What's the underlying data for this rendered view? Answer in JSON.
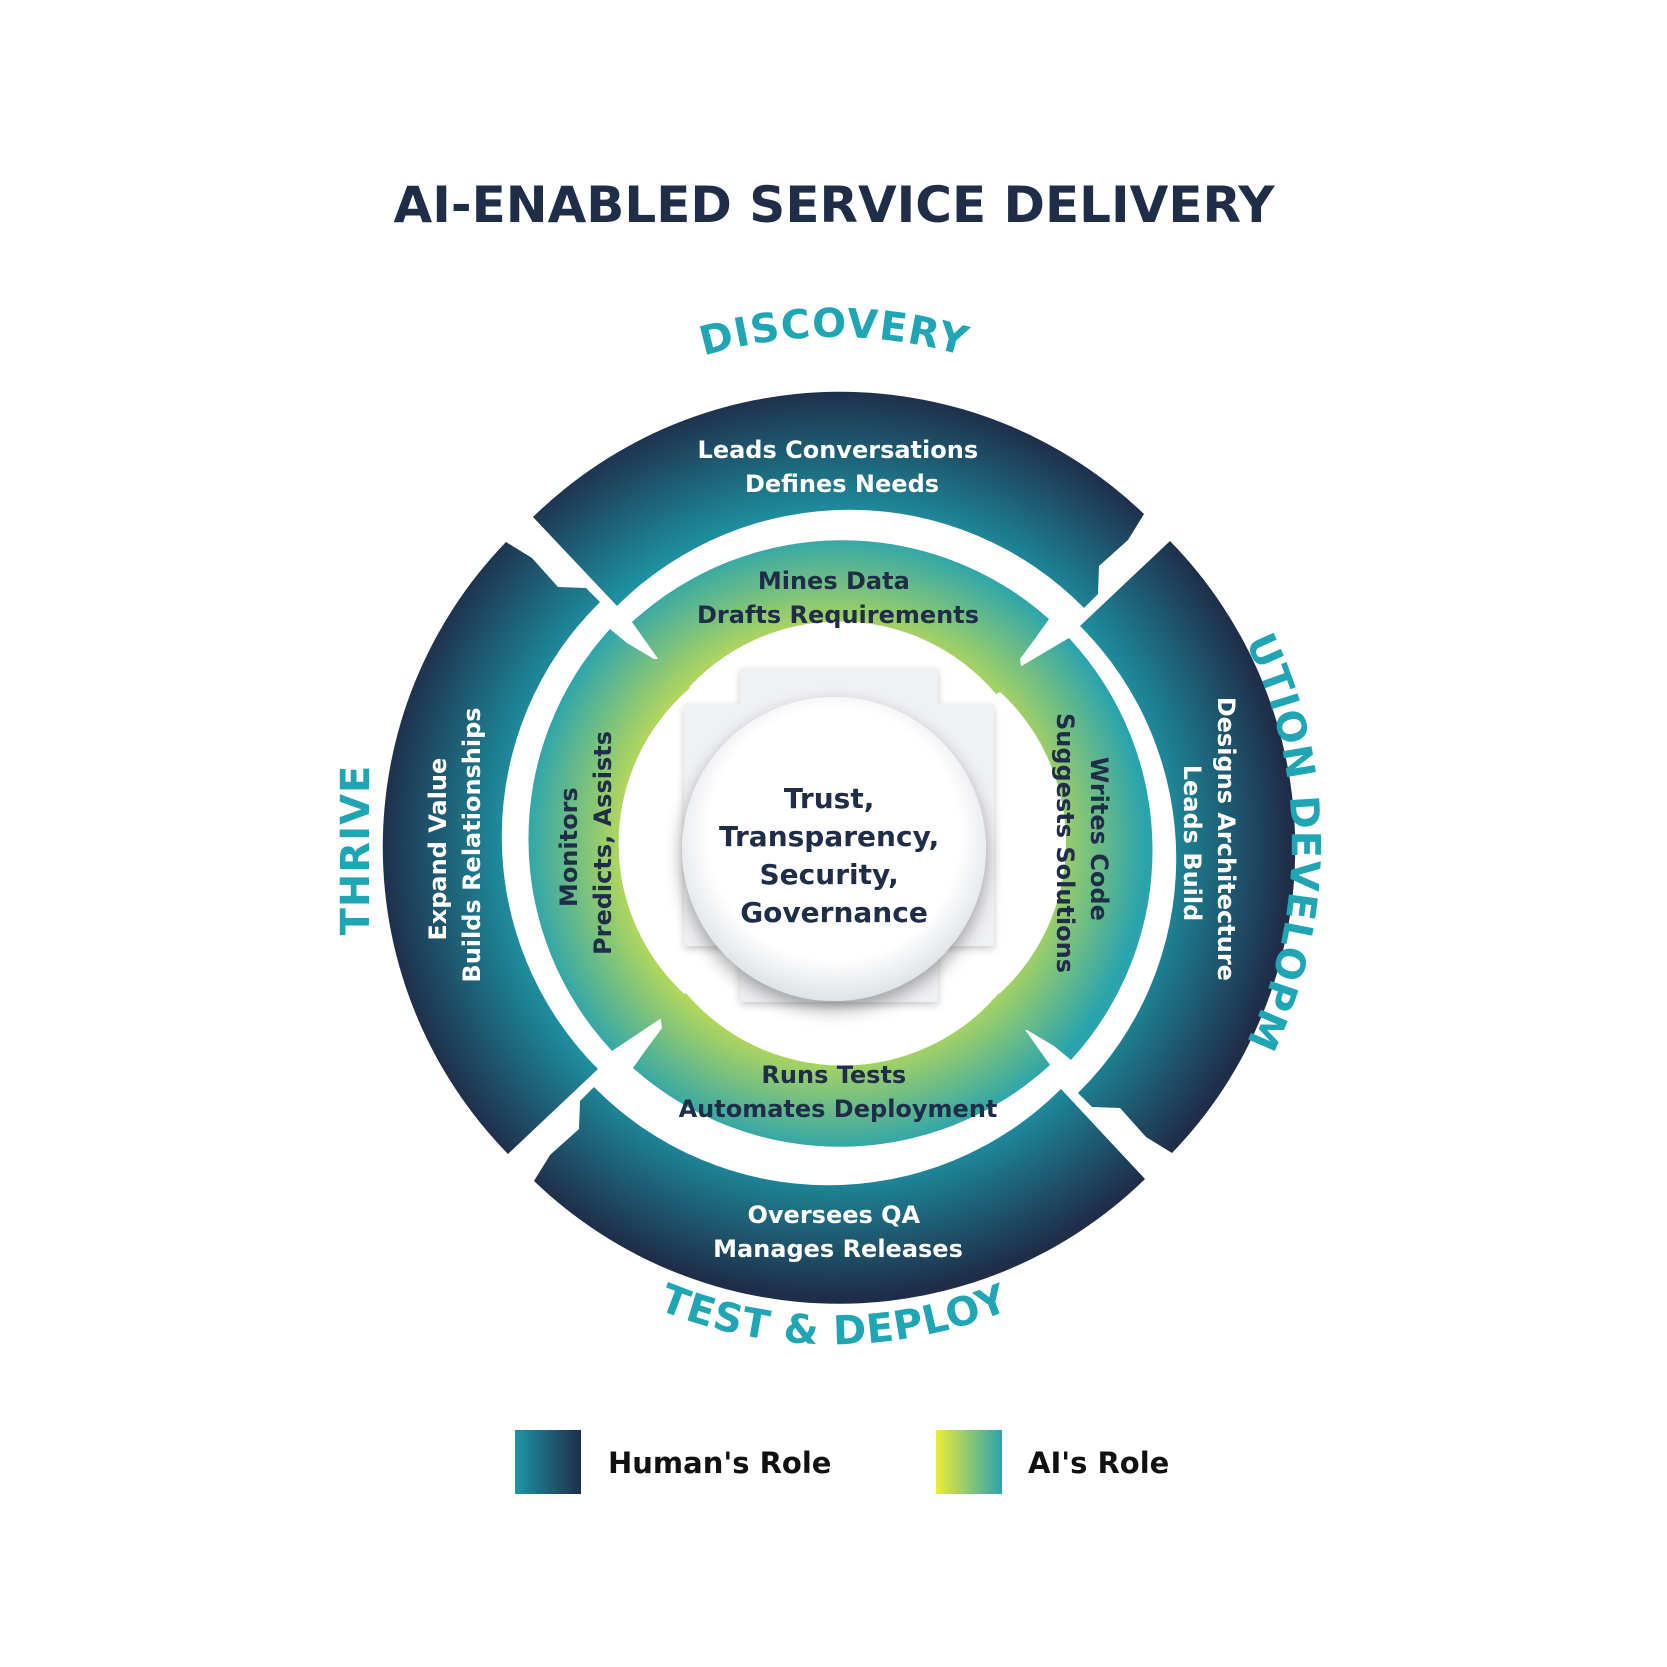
{
  "title": "AI-ENABLED SERVICE DELIVERY",
  "phases": [
    {
      "id": "discovery",
      "label": "DISCOVERY",
      "human": [
        "Leads Conversations",
        "Defines Needs"
      ],
      "ai": [
        "Mines Data",
        "Drafts Requirements"
      ]
    },
    {
      "id": "solution-development",
      "label": "SOLUTION DEVELOPMENT",
      "human": [
        "Designs Architecture",
        "Leads Build"
      ],
      "ai": [
        "Writes Code",
        "Suggests Solutions"
      ]
    },
    {
      "id": "test-deploy",
      "label": "TEST & DEPLOY",
      "human": [
        "Oversees QA",
        "Manages Releases"
      ],
      "ai": [
        "Runs Tests",
        "Automates Deployment"
      ]
    },
    {
      "id": "thrive",
      "label": "THRIVE",
      "human": [
        "Expand Value",
        "Builds Relationships"
      ],
      "ai": [
        "Monitors",
        "Predicts, Assists"
      ]
    }
  ],
  "core": [
    "Trust,",
    "Transparency,",
    "Security,",
    "Governance"
  ],
  "legend": {
    "human": "Human's Role",
    "ai": "AI's Role"
  },
  "colors": {
    "navy": "#1f2d49",
    "teal": "#1e96a6",
    "yellow": "#ecec3a",
    "phase_label": "#1fa5b3"
  }
}
